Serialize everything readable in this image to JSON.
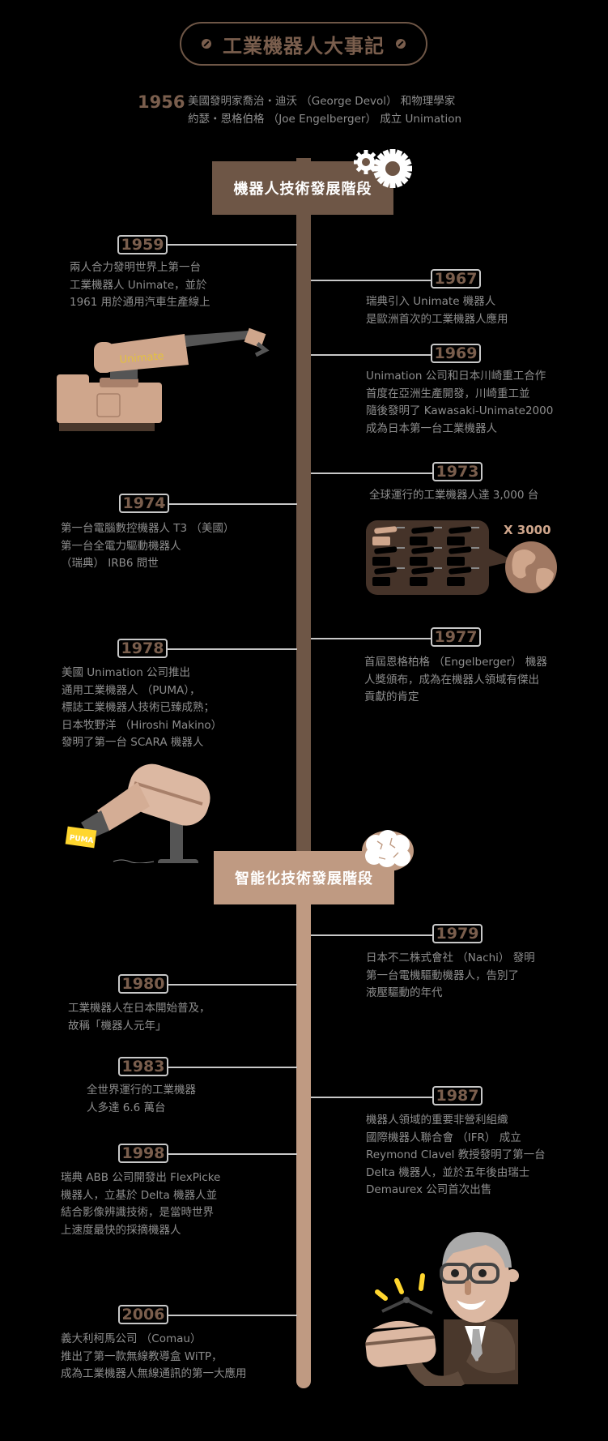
{
  "header": {
    "title": "工業機器人大事記"
  },
  "intro": {
    "year": "1956",
    "lines": [
      "美國發明家喬治・迪沃 （George Devol） 和物理學家",
      "約瑟・恩格伯格 （Joe Engelberger） 成立 Unimation"
    ]
  },
  "stages": [
    {
      "label": "機器人技術發展階段",
      "icon": "gears-icon",
      "color": "#6e5646"
    },
    {
      "label": "智能化技術發展階段",
      "icon": "brain-icon",
      "color": "#bf9a82"
    }
  ],
  "events": [
    {
      "year": "1959",
      "side": "left",
      "lines": [
        "兩人合力發明世界上第一台",
        "工業機器人 Unimate，並於",
        "1961 用於通用汽車生產線上"
      ]
    },
    {
      "year": "1967",
      "side": "right",
      "lines": [
        "瑞典引入 Unimate 機器人",
        "是歐洲首次的工業機器人應用"
      ]
    },
    {
      "year": "1969",
      "side": "right",
      "lines": [
        "Unimation 公司和日本川崎重工合作",
        "首度在亞洲生產開發，川崎重工並",
        "隨後發明了 Kawasaki-Unimate2000",
        "成為日本第一台工業機器人"
      ]
    },
    {
      "year": "1973",
      "side": "right",
      "lines": [
        "全球運行的工業機器人達 3,000 台"
      ]
    },
    {
      "year": "1974",
      "side": "left",
      "lines": [
        "第一台電腦數控機器人 T3 （美國）",
        "第一台全電力驅動機器人",
        "（瑞典） IRB6 問世"
      ]
    },
    {
      "year": "1977",
      "side": "right",
      "lines": [
        "首屆恩格柏格 （Engelberger） 機器",
        "人獎頒布，成為在機器人領域有傑出",
        "貢獻的肯定"
      ]
    },
    {
      "year": "1978",
      "side": "left",
      "lines": [
        "美國 Unimation 公司推出",
        "通用工業機器人 （PUMA），",
        "標誌工業機器人技術已臻成熟；",
        "日本牧野洋 （Hiroshi Makino）",
        "發明了第一台 SCARA 機器人"
      ]
    },
    {
      "year": "1979",
      "side": "right",
      "lines": [
        "日本不二株式會社 （Nachi） 發明",
        "第一台電機驅動機器人，告別了",
        "液壓驅動的年代"
      ]
    },
    {
      "year": "1980",
      "side": "left",
      "lines": [
        "工業機器人在日本開始普及，",
        "故稱「機器人元年」"
      ]
    },
    {
      "year": "1983",
      "side": "left",
      "lines": [
        "全世界運行的工業機器",
        "人多達 6.6 萬台"
      ]
    },
    {
      "year": "1987",
      "side": "right",
      "lines": [
        "機器人領域的重要非營利組織",
        "國際機器人聯合會 （IFR） 成立",
        "Reymond Clavel 教授發明了第一台",
        "Delta 機器人，並於五年後由瑞士",
        "Demaurex 公司首次出售"
      ]
    },
    {
      "year": "1998",
      "side": "left",
      "lines": [
        "瑞典 ABB 公司開發出 FlexPicke",
        "機器人，立基於 Delta 機器人並",
        "結合影像辨識技術，是當時世界",
        "上速度最快的採摘機器人"
      ]
    },
    {
      "year": "2006",
      "side": "left",
      "lines": [
        "義大利柯馬公司 （Comau）",
        "推出了第一款無線教導盒 WiTP，",
        "成為工業機器人無線通訊的第一大應用"
      ]
    }
  ],
  "illustrations": {
    "unimate_label": "Unimate",
    "multiplier_label": "X 3000",
    "puma_label": "PUMA"
  },
  "colors": {
    "background": "#000000",
    "dark_brown": "#6e5646",
    "light_brown": "#bf9a82",
    "year_text": "#7a5e4d",
    "body_text": "#8d8d8d",
    "connector": "#c8c8c8"
  }
}
